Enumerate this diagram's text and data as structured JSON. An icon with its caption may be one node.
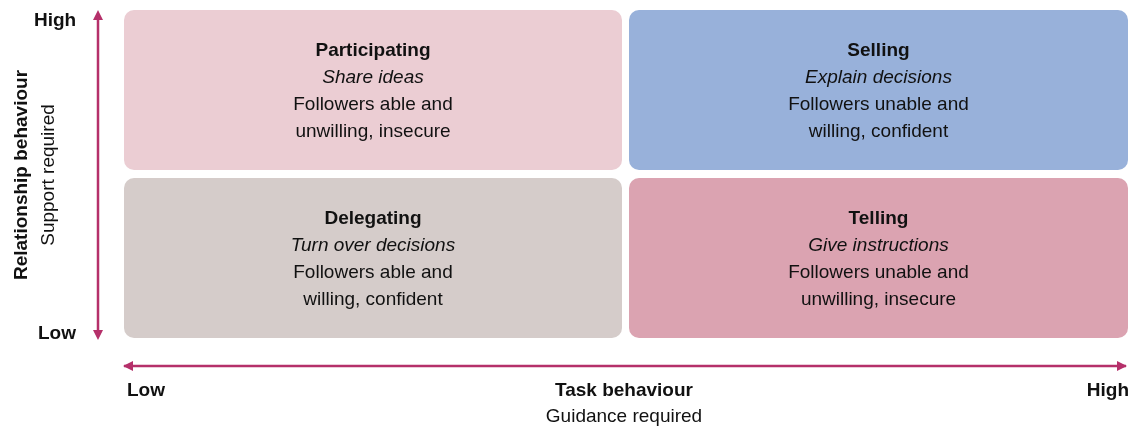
{
  "diagram": {
    "nodes": [
      {
        "text": [
          "Participating",
          "Share ideas",
          "Followers able and unwilling, insecure"
        ]
      },
      {
        "text": [
          "Selling",
          "Explain decisions",
          "Followers unable and willing, confident"
        ]
      },
      {
        "text": [
          "Delegating",
          "Turn over decisions",
          "Followers able and willing, confident"
        ]
      },
      {
        "text": [
          "Telling",
          "Give instructions",
          "Followers unable and unwilling, insecure"
        ]
      }
    ],
    "edges": [],
    "labels": [
      "High",
      "Relationship behaviour",
      "Support required",
      "Low",
      "Low",
      "Task behaviour",
      "High",
      "Guidance required"
    ]
  }
}
